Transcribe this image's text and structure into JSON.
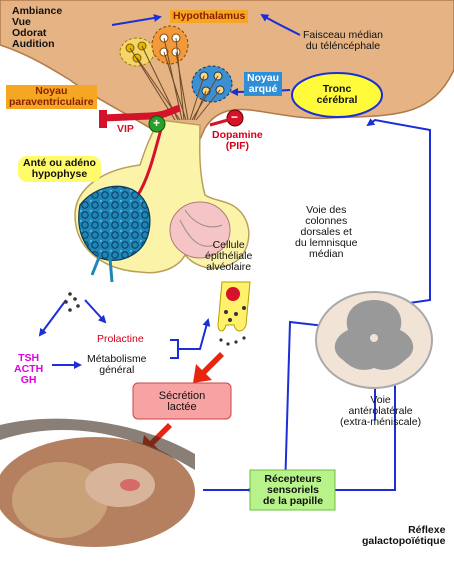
{
  "labels": {
    "ambiance": "Ambiance",
    "vue": "Vue",
    "odorat": "Odorat",
    "audition": "Audition",
    "hypothalamus": "Hypothalamus",
    "faisceau_1": "Faisceau médian",
    "faisceau_2": "du téléncéphale",
    "noyau_paraventriculaire_1": "Noyau",
    "noyau_paraventriculaire_2": "paraventriculaire",
    "noyau_arque_1": "Noyau",
    "noyau_arque_2": "arqué",
    "tronc_cerebral_1": "Tronc",
    "tronc_cerebral_2": "cérébral",
    "vip": "VIP",
    "plus_sign": "+",
    "minus_sign": "−",
    "dopamine_1": "Dopamine",
    "dopamine_2": "(PIF)",
    "ante_1": "Anté ou adéno",
    "ante_2": "hypophyse",
    "voie_dorsale_1": "Voie des",
    "voie_dorsale_2": "colonnes",
    "voie_dorsale_3": "dorsales et",
    "voie_dorsale_4": "du lemnisque",
    "voie_dorsale_5": "médian",
    "cellule_1": "Cellule",
    "cellule_2": "épithéliale",
    "cellule_3": "alvéolaire",
    "prolactine": "Prolactine",
    "metabolisme_1": "Métabolisme",
    "metabolisme_2": "général",
    "tsh": "TSH",
    "acth": "ACTH",
    "gh": "GH",
    "secretion_1": "Sécrétion",
    "secretion_2": "lactée",
    "voie_antero_1": "Voie",
    "voie_antero_2": "antérolatérale",
    "voie_antero_3": "(extra-méniscale)",
    "recepteurs_1": "Récepteurs",
    "recepteurs_2": "sensoriels",
    "recepteurs_3": "de la papille",
    "reflexe_1": "Réflexe",
    "reflexe_2": "galactopoïétique"
  },
  "colors": {
    "brain_tan": "#e6b384",
    "brain_outline": "#b07a4a",
    "pituitary_yellow": "#fbf4a8",
    "anterior_blue": "#1f86b8",
    "arrow_blue": "#1a2fd8",
    "arrow_red": "#e8260f",
    "vip_red": "#d4132a",
    "secretion_pink": "#f7a3a3",
    "spinal_gray": "#999999",
    "spinal_fill": "#f2e3d7"
  }
}
